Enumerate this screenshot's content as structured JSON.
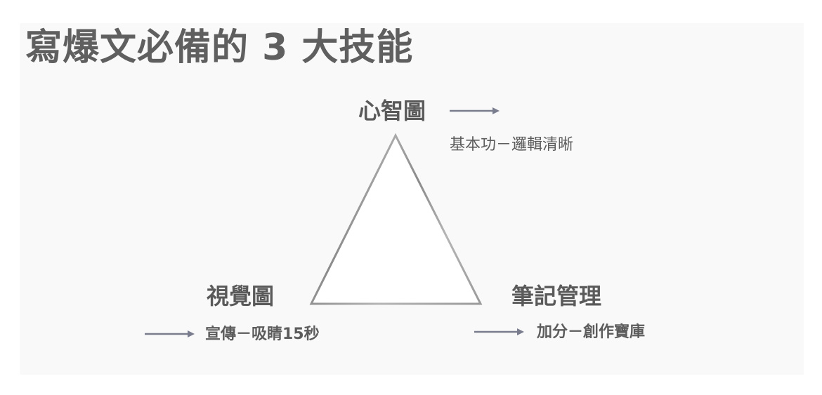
{
  "title": "寫爆文必備的 3 大技能",
  "colors": {
    "panel_background": "#f9f9f9",
    "title_text": "#5f5f5f",
    "label_text": "#5a5a5a",
    "arrow": "#7a7d8e",
    "triangle_stroke_dark": "#8a8a8a",
    "triangle_stroke_light": "#d4d4d4"
  },
  "diagram": {
    "shape": "triangle",
    "nodes": [
      {
        "position": "top",
        "label": "心智圖",
        "description": "基本功－邏輯清晰",
        "icon": "arrow-right-icon"
      },
      {
        "position": "bottom-left",
        "label": "視覺圖",
        "description": "宣傳－吸睛15秒",
        "icon": "arrow-right-icon"
      },
      {
        "position": "bottom-right",
        "label": "筆記管理",
        "description": "加分－創作寶庫",
        "icon": "arrow-right-icon"
      }
    ]
  }
}
